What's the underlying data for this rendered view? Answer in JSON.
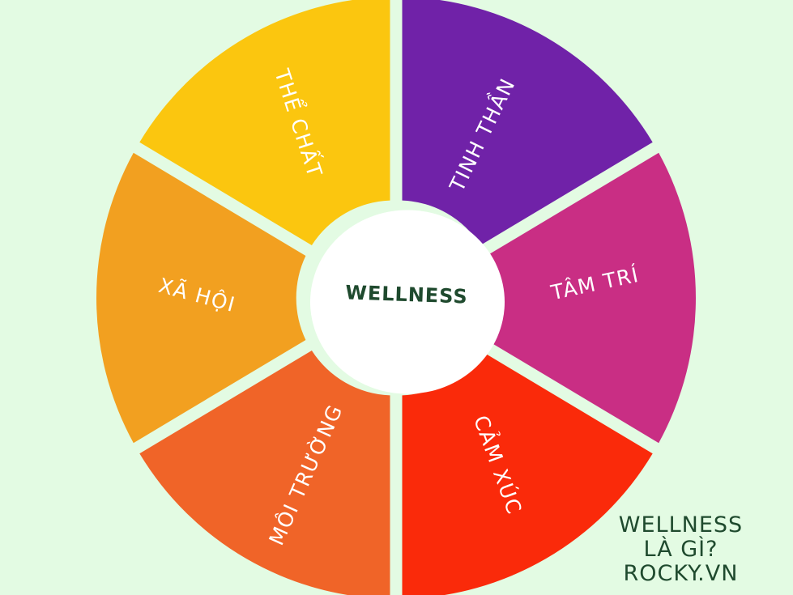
{
  "center": {
    "label": "WELLNESS",
    "color": "#ffffff",
    "text_color": "#1f4a2e"
  },
  "background_color": "#e3fbe3",
  "segments": [
    {
      "label": "THỂ CHẤT",
      "color": "#fbc60f"
    },
    {
      "label": "TINH THẦN",
      "color": "#7022a8"
    },
    {
      "label": "TÂM TRÍ",
      "color": "#c92e84"
    },
    {
      "label": "CẢM XÚC",
      "color": "#fa2a0a"
    },
    {
      "label": "MÔI TRƯỜNG",
      "color": "#f06428"
    },
    {
      "label": "XÃ HỘI",
      "color": "#f2a020"
    }
  ],
  "caption": {
    "line1": "WELLNESS",
    "line2": "LÀ GÌ?",
    "line3": "ROCKY.VN"
  }
}
